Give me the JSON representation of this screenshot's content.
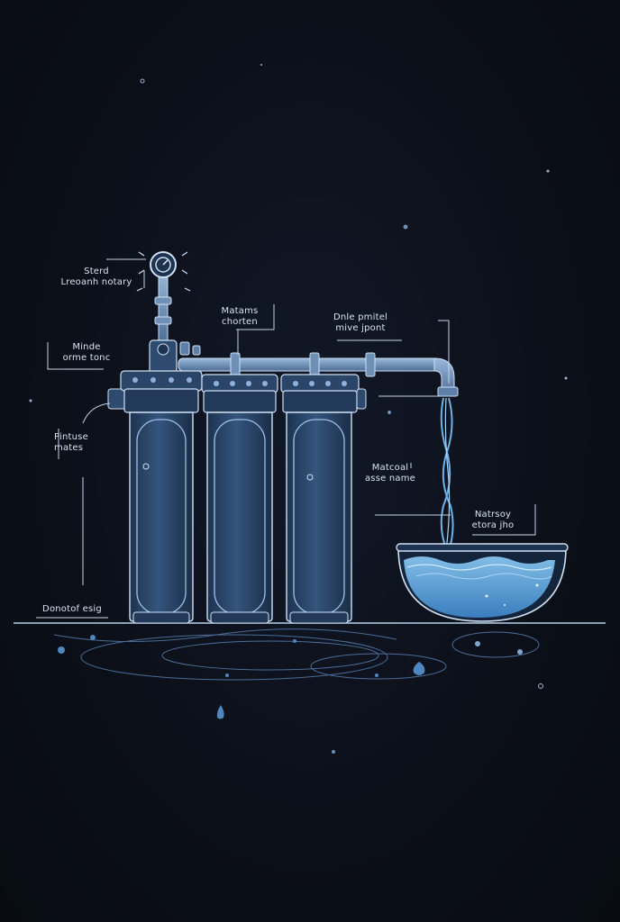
{
  "labels": {
    "gauge": {
      "line1": "Sterd",
      "line2": "Lreoanh notary"
    },
    "middle": {
      "line1": "Matams",
      "line2": "chorten"
    },
    "pipe": {
      "line1": "Dnle pmitel",
      "line2": "mive jpont"
    },
    "left_upper": {
      "line1": "Minde",
      "line2": "orme tonc"
    },
    "left_middle": {
      "line1": "Pintuse",
      "line2": "mates"
    },
    "right_middle": {
      "line1": "Matcoal",
      "line2": "asse name"
    },
    "bowl": {
      "line1": "Natrsoy",
      "line2": "etora jho"
    },
    "base": {
      "line1": "Donotof esig"
    }
  },
  "colors": {
    "background": "#0b0f18",
    "outline": "#8fb3dd",
    "canister_fill": "#2a4566",
    "water": "#5fa8e0",
    "label_text": "#d7e3f2"
  },
  "icons": {
    "gauge": "pressure-gauge-icon",
    "filter": "filter-canister-icon",
    "bowl": "water-bowl-icon"
  }
}
